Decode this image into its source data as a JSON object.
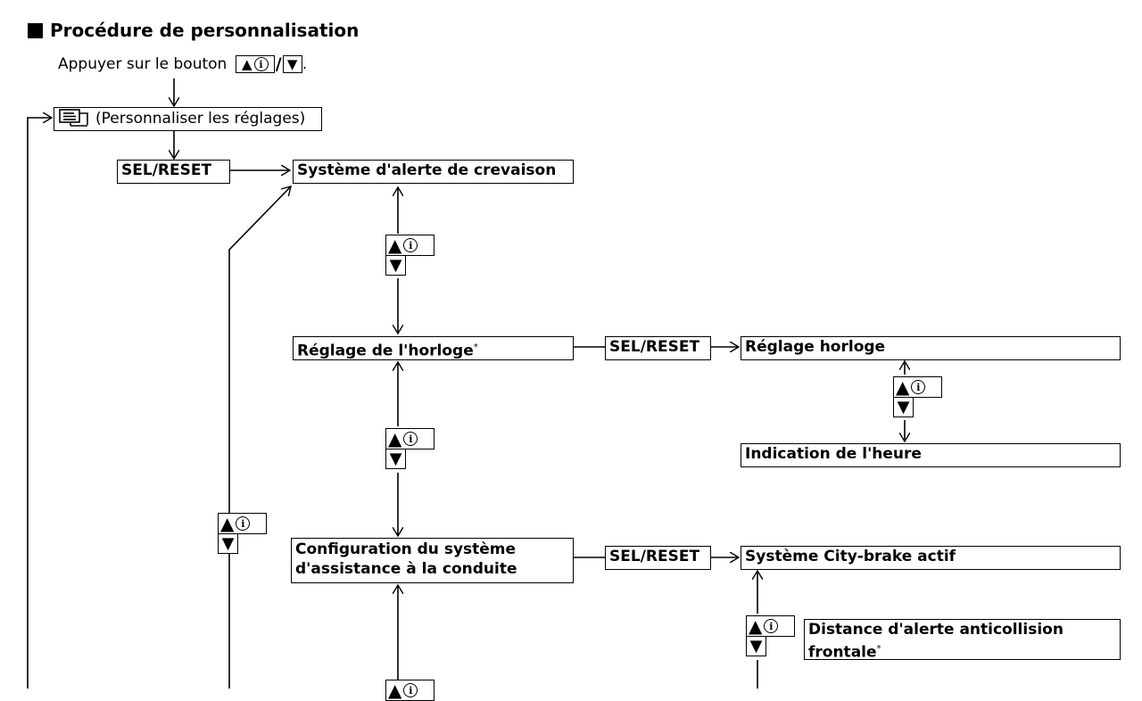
{
  "heading": "Procédure de personnalisation",
  "instruction": {
    "prefix": "Appuyer sur le bouton",
    "key_up": "▲",
    "key_down": "▼",
    "separator": "/",
    "suffix": "."
  },
  "menu_box": {
    "label": "(Personnaliser les réglages)",
    "icon": "menu-settings-icon"
  },
  "sel_reset": "SEL/RESET",
  "items": {
    "tpms": "Système d'alerte de crevaison",
    "clock_setup": "Réglage de l'horloge",
    "clock_adjust": "Réglage horloge",
    "clock_display": "Indication de l'heure",
    "driver_assist_line1": "Configuration du système",
    "driver_assist_line2": "d'assistance à la conduite",
    "city_brake": "Système City-brake actif",
    "fcw_line1": "Distance d'alerte anticollision",
    "fcw_line2": "frontale"
  },
  "footnote_mark": "*",
  "button_glyphs": {
    "up": "▲",
    "info": "i",
    "down": "▼"
  }
}
